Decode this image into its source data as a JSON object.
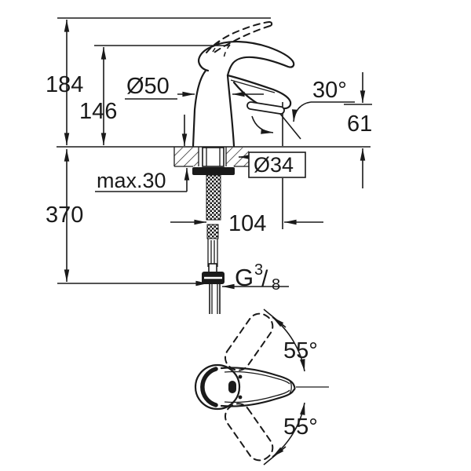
{
  "drawing": {
    "background": "#ffffff",
    "line_color": "#1a1a1a",
    "labels": {
      "total_height": "184",
      "body_height": "146",
      "base_diameter": "Ø50",
      "spout_angle": "30°",
      "spout_outlet_height": "61",
      "deck_thickness": "max.30",
      "hole_diameter": "Ø34",
      "hose_drop": "370",
      "spout_reach": "104",
      "thread_g": "G",
      "thread_numerator": "3",
      "thread_slash": "/",
      "thread_denominator": "8",
      "swivel_up": "55°",
      "swivel_down": "55°"
    }
  }
}
